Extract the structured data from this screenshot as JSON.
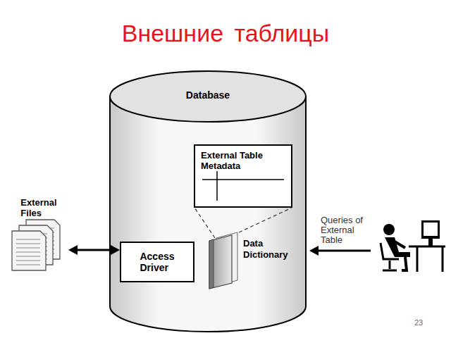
{
  "diagram": {
    "title": "Внешние таблицы",
    "nodes": [
      {
        "text": [
          "Database"
        ]
      },
      {
        "text": [
          "External Table Metadata"
        ],
        "in": 0
      },
      {
        "text": [
          "External Files"
        ]
      },
      {
        "text": [
          "Access Driver"
        ],
        "in": 0
      },
      {
        "text": [
          "Data Dictionary"
        ],
        "in": 0
      }
    ],
    "edges": [
      {
        "from": 2,
        "to": 3,
        "arrow": "both"
      },
      {
        "from": 4,
        "to": 1,
        "arrow": "none"
      }
    ],
    "labels": [
      "Queries of External Table",
      "23"
    ]
  }
}
